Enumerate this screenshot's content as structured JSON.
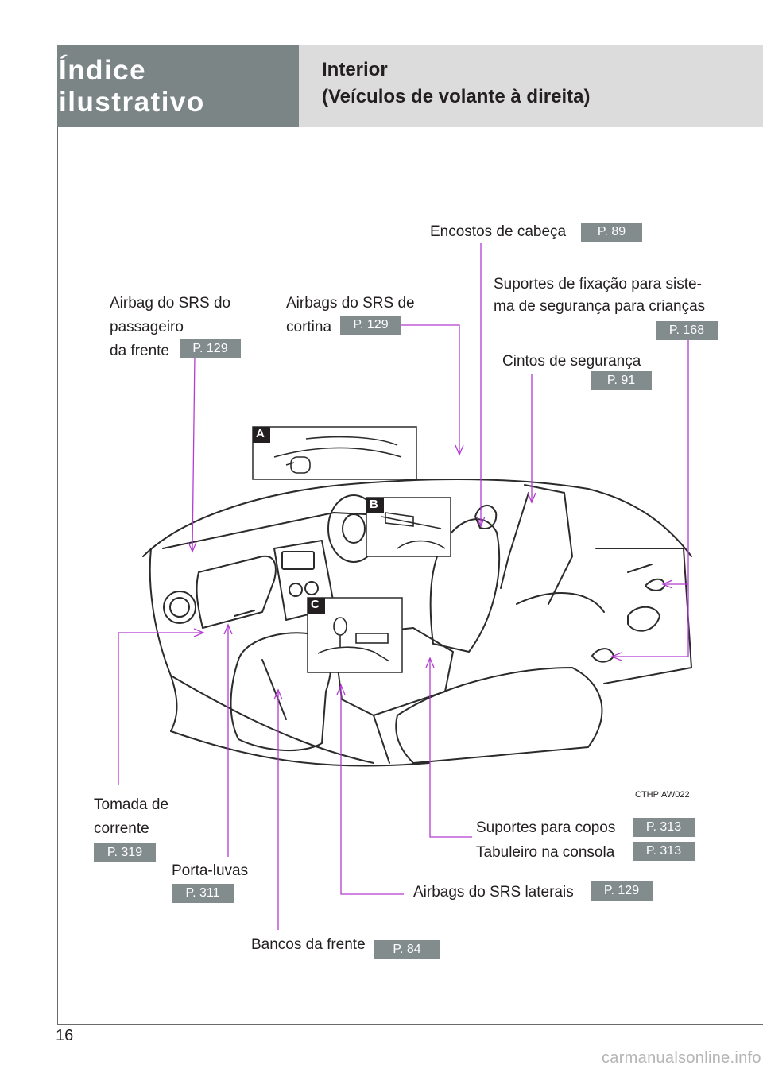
{
  "header": {
    "section": "Índice ilustrativo",
    "title_line1": "Interior",
    "title_line2": "(Veículos de volante à direita)"
  },
  "callouts": {
    "headrests": {
      "label": "Encostos de cabeça",
      "page": "P. 89"
    },
    "child_restraint": {
      "line1": "Suportes de fixação para siste-",
      "line2": "ma de segurança para crianças",
      "page": "P. 168"
    },
    "passenger_airbag": {
      "line1": "Airbag do SRS do",
      "line2": "passageiro",
      "line3": "da frente",
      "page": "P. 129"
    },
    "curtain_airbags": {
      "line1": "Airbags do SRS de",
      "line2": "cortina",
      "page": "P. 129"
    },
    "seat_belts": {
      "label": "Cintos de segurança",
      "page": "P. 91"
    },
    "power_outlet": {
      "line1": "Tomada de",
      "line2": "corrente",
      "page": "P. 319"
    },
    "glove_box": {
      "label": "Porta-luvas",
      "page": "P. 311"
    },
    "front_seats": {
      "label": "Bancos da frente",
      "page": "P. 84"
    },
    "side_airbags": {
      "label": "Airbags do SRS laterais",
      "page": "P. 129"
    },
    "cup_holders": {
      "label": "Suportes para copos",
      "page": "P. 313"
    },
    "console_tray": {
      "label": "Tabuleiro na consola",
      "page": "P. 313"
    }
  },
  "insets": {
    "a": "A",
    "b": "B",
    "c": "C"
  },
  "figure_code": "CTHPIAW022",
  "page_number": "16",
  "watermark": "carmanualsonline.info",
  "colors": {
    "header_dark": "#7b8585",
    "header_light": "#dcdcdc",
    "badge": "#828c8c",
    "leader": "#b43cd2"
  }
}
